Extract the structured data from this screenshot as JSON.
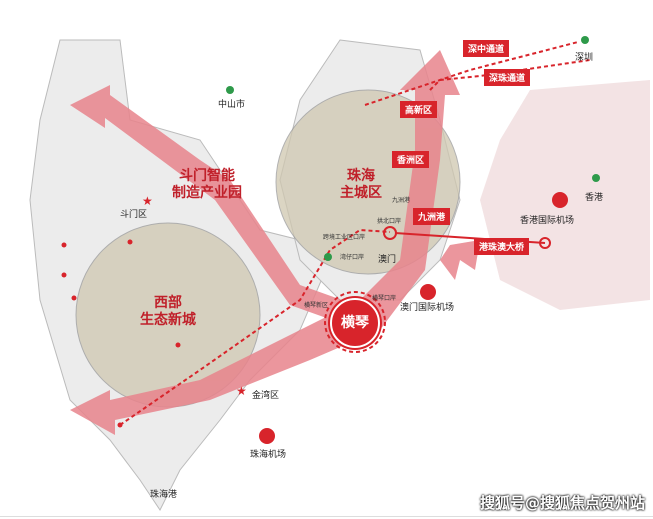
{
  "places": {
    "zhongshan": "中山市",
    "doumen": "斗门区",
    "jinwan": "金湾区",
    "zhuhai_airport": "珠海机场",
    "zhuhai_port": "珠海港",
    "shenzhen": "深圳",
    "hongkong": "香港",
    "hk_airport": "香港国际机场",
    "macau": "澳门",
    "macau_airport": "澳门国际机场",
    "gongbei": "拱北口岸",
    "kuajing": "跨境工业区口岸",
    "wanzai": "湾仔口岸",
    "hengqin_port": "横琴口岸",
    "hengqin_new": "横琴新区",
    "jiuzhou_small": "九洲港"
  },
  "zones": {
    "doumen_park": "斗门智能\n制造产业园",
    "west_city": "西部\n生态新城",
    "main_city": "珠海\n主城区",
    "hengqin": "横琴"
  },
  "tags": {
    "szzd": "深中通道",
    "szhd": "深珠通道",
    "gaoxin": "高新区",
    "xiangzhou": "香洲区",
    "jiuzhou": "九洲港",
    "hzm": "港珠澳大桥"
  },
  "watermark": "搜狐号@搜狐焦点贺州站",
  "colors": {
    "red": "#d8242b",
    "pink": "#e8848c",
    "circle": "#cfc7b0"
  }
}
